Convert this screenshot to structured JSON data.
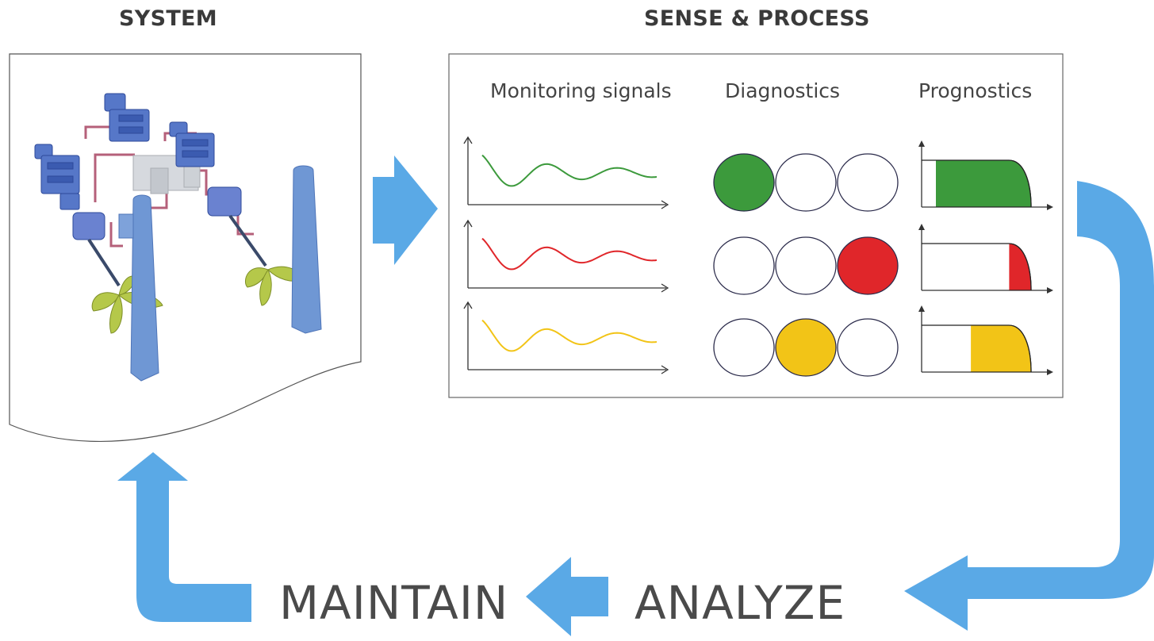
{
  "headings": {
    "system": "SYSTEM",
    "sense_process": "SENSE & PROCESS"
  },
  "columns": {
    "monitoring": "Monitoring signals",
    "diagnostics": "Diagnostics",
    "prognostics": "Prognostics"
  },
  "steps": {
    "maintain": "MAINTAIN",
    "analyze": "ANALYZE"
  },
  "rows": [
    {
      "color": "#3c9a3c",
      "diag_active": 0,
      "prog_fill_fraction": 0.87
    },
    {
      "color": "#e0262a",
      "diag_active": 2,
      "prog_fill_fraction": 0.2
    },
    {
      "color": "#f2c417",
      "diag_active": 1,
      "prog_fill_fraction": 0.55
    }
  ],
  "colors": {
    "arrow": "#5aa9e6",
    "machinery_blue": "#5677c8",
    "rudder_blue": "#6f97d4",
    "propeller": "#b5c84a",
    "pipe": "#b5607a"
  },
  "system_image": "ship propulsion system illustration (engines, shafts, propellers, rudders)"
}
